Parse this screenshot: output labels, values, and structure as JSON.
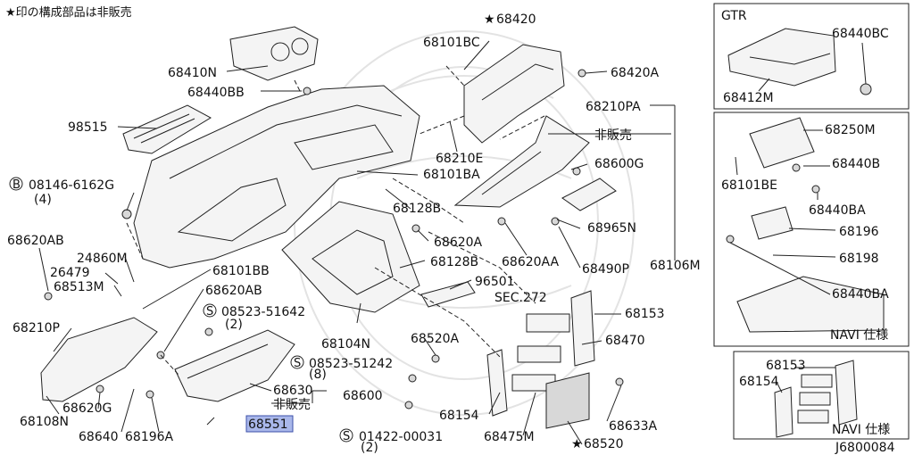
{
  "header": {
    "note": "★印の構成部品は非販売"
  },
  "footer": {
    "figure_code": "J6800084"
  },
  "highlight": {
    "part_number": "68551",
    "color": "#a9b7ea"
  },
  "main": {
    "labels": {
      "p68410N": "68410N",
      "p68440BB": "68440BB",
      "p98515": "98515",
      "b08146": "08146-6162G",
      "b08146q": "(4)",
      "p68620AB_a": "68620AB",
      "p24860M": "24860M",
      "p26479": "26479",
      "p68513M": "68513M",
      "p68210P": "68210P",
      "p68108N": "68108N",
      "p68620G": "68620G",
      "p68640": "68640",
      "p68196A": "68196A",
      "p68101BB": "68101BB",
      "p68620AB_b": "68620AB",
      "s08523_51642": "08523-51642",
      "s08523_51642q": "(2)",
      "p68630": "68630",
      "p68600": "68600",
      "hisales1": "非販売",
      "s08523_51242": "08523-51242",
      "s08523_51242q": "(8)",
      "s01422": "01422-00031",
      "s01422q": "(2)",
      "p68101BC": "68101BC",
      "p68420": "68420",
      "p68420A": "68420A",
      "p68210PA": "68210PA",
      "hisales2": "非販売",
      "p68210E": "68210E",
      "p68101BA": "68101BA",
      "p68600G": "68600G",
      "p68128B_a": "68128B",
      "p68620A": "68620A",
      "p68965N": "68965N",
      "p68620AA": "68620AA",
      "p68128B_b": "68128B",
      "p68490P": "68490P",
      "p68106M": "68106M",
      "p96501": "96501",
      "sec272": "SEC.272",
      "p68104N": "68104N",
      "p68153_a": "68153",
      "p68470": "68470",
      "p68520A": "68520A",
      "p68154_a": "68154",
      "p68633A": "68633A",
      "p68475M": "68475M",
      "p68520": "68520"
    }
  },
  "gtr_panel": {
    "title": "GTR",
    "p68440BC": "68440BC",
    "p68412M": "68412M"
  },
  "navi_panel": {
    "p68250M": "68250M",
    "p68440B": "68440B",
    "p68101BE": "68101BE",
    "p68440BA_a": "68440BA",
    "p68196": "68196",
    "p68198": "68198",
    "p68440BA_b": "68440BA",
    "caption": "NAVI 仕様"
  },
  "navi_panel2": {
    "p68153": "68153",
    "p68154": "68154",
    "caption": "NAVI 仕様"
  }
}
